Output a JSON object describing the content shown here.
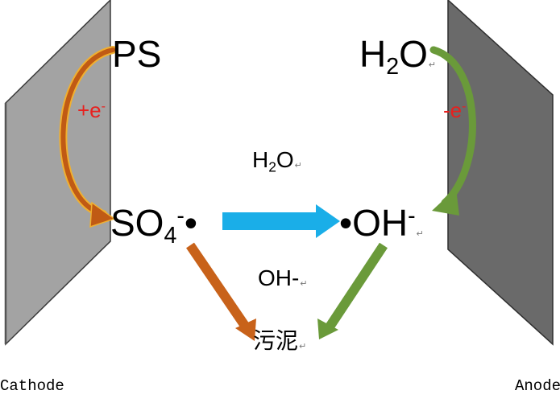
{
  "labels": {
    "ps": "PS",
    "h2o_left": "H",
    "h2o_left_sub": "2",
    "h2o_left_tail": "O",
    "e_left_plus": "+e",
    "e_left_sup": "-",
    "e_right": "-e",
    "e_right_sup": "-",
    "h2o_mid": "H",
    "h2o_mid_sub": "2",
    "h2o_mid_tail": "O",
    "so4": "SO",
    "so4_sub": "4",
    "so4_sup": "-",
    "radical_dot": "•",
    "oh_dot": "•",
    "oh": "OH",
    "oh_sup": "-",
    "oh_minus": "OH-",
    "sludge": "污泥",
    "cathode": "Cathode",
    "anode": "Anode",
    "return_mark": "↵"
  },
  "colors": {
    "cathode_plate": "#a3a3a3",
    "anode_plate": "#6a6a6a",
    "orange_arrow": "#d2691e",
    "green_arrow": "#6a9a3a",
    "blue_arrow": "#1aaee8",
    "electron_text": "#e8201e"
  }
}
